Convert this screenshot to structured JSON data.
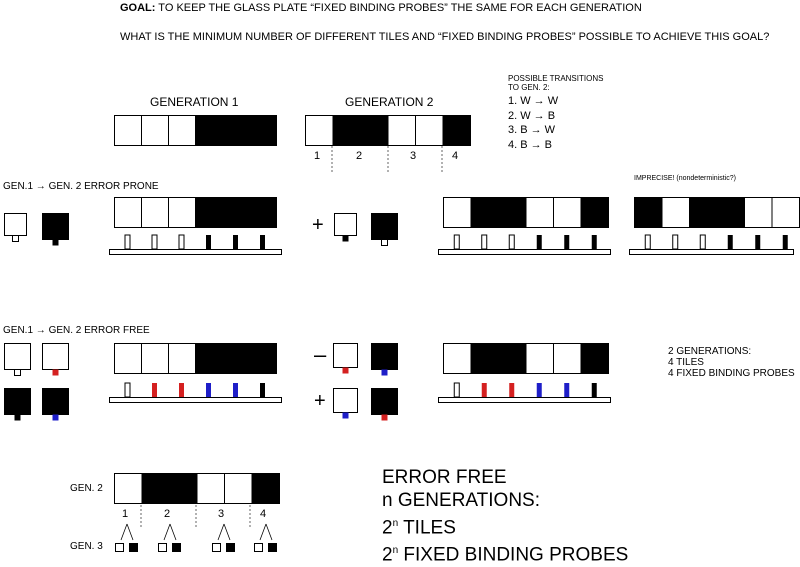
{
  "goal": {
    "prefix": "GOAL:",
    "text": " TO KEEP THE GLASS PLATE “FIXED BINDING PROBES” THE SAME FOR EACH GENERATION",
    "question": "WHAT IS THE MINIMUM NUMBER OF DIFFERENT TILES AND “FIXED BINDING PROBES” POSSIBLE TO ACHIEVE THIS GOAL?"
  },
  "generations": {
    "gen1_label": "GENERATION 1",
    "gen2_label": "GENERATION 2",
    "gen1_tiles": [
      "W",
      "W",
      "W",
      "B",
      "B",
      "B"
    ],
    "gen2_tiles": [
      "W",
      "B",
      "B",
      "W",
      "W",
      "B"
    ],
    "group_numbers": [
      "1",
      "2",
      "3",
      "4"
    ]
  },
  "transitions": {
    "title_line1": "POSSIBLE TRANSITIONS",
    "title_line2": "TO GEN. 2:",
    "items": [
      "1. W → W",
      "2. W → B",
      "3. B → W",
      "4. B → B"
    ]
  },
  "error_prone": {
    "label": "GEN.1 → GEN. 2 ERROR PRONE",
    "plus": "+",
    "imprecise_note": "IMPRECISE! (nondeterministic?)",
    "result_tiles": [
      "W",
      "B",
      "B",
      "W",
      "W",
      "B"
    ],
    "alt_result_tiles": [
      "B",
      "W",
      "B",
      "B",
      "W",
      "W"
    ]
  },
  "error_free": {
    "label": "GEN.1 → GEN. 2 ERROR FREE",
    "minus": "–",
    "plus": "+",
    "summary": [
      "2 GENERATIONS:",
      "4 TILES",
      "4 FIXED BINDING PROBES"
    ],
    "probe_colors": [
      "#ffffff",
      "#d42020",
      "#d42020",
      "#1e1ec8",
      "#1e1ec8",
      "#000000"
    ]
  },
  "bottom": {
    "gen2_label": "GEN. 2",
    "gen3_label": "GEN. 3",
    "group_numbers": [
      "1",
      "2",
      "3",
      "4"
    ],
    "tiles": [
      "W",
      "B",
      "B",
      "W",
      "W",
      "B"
    ]
  },
  "summary_big": {
    "line1": "ERROR FREE",
    "line2": "n GENERATIONS:",
    "line3_base": "2",
    "line3_sup": "n",
    "line3_rest": " TILES",
    "line4_base": "2",
    "line4_sup": "n",
    "line4_rest": " FIXED BINDING PROBES"
  },
  "colors": {
    "white": "#ffffff",
    "black": "#000000",
    "red": "#d42020",
    "blue": "#1e1ec8"
  }
}
